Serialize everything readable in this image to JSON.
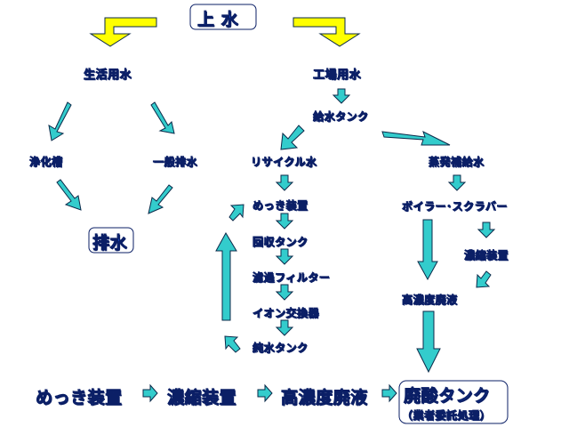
{
  "top_source": "上 水",
  "left_branch": {
    "head": "生活用水",
    "purifier": "浄化槽",
    "general": "一般排水",
    "drain": "排水"
  },
  "right_branch": {
    "head": "工場用水",
    "feed_tank": "給水タンク",
    "recycle": "リサイクル水",
    "steam": "蒸発補給水",
    "boiler": "ボイラー･スクラバー",
    "concentrator": "濃縮装置",
    "high_conc": "高濃度廃液"
  },
  "recycle_loop": {
    "plating": "めっき装置",
    "recovery": "回収タンク",
    "filter": "濾過フィルター",
    "ion_exchange": "イオン交換器",
    "pure_tank": "純水タンク"
  },
  "bottom_flow": {
    "plating": "めっき装置",
    "concentrator": "濃縮装置",
    "high_conc": "高濃度廃液",
    "waste_tank": "廃酸タンク",
    "contractor": "（業者委託処理）"
  },
  "colors": {
    "label_fill": "#1a4fd1",
    "label_outline": "#0b1f66",
    "arrow_yellow": "#ffff00",
    "arrow_teal": "#33cccc",
    "arrow_outline": "#0b2a4a"
  }
}
